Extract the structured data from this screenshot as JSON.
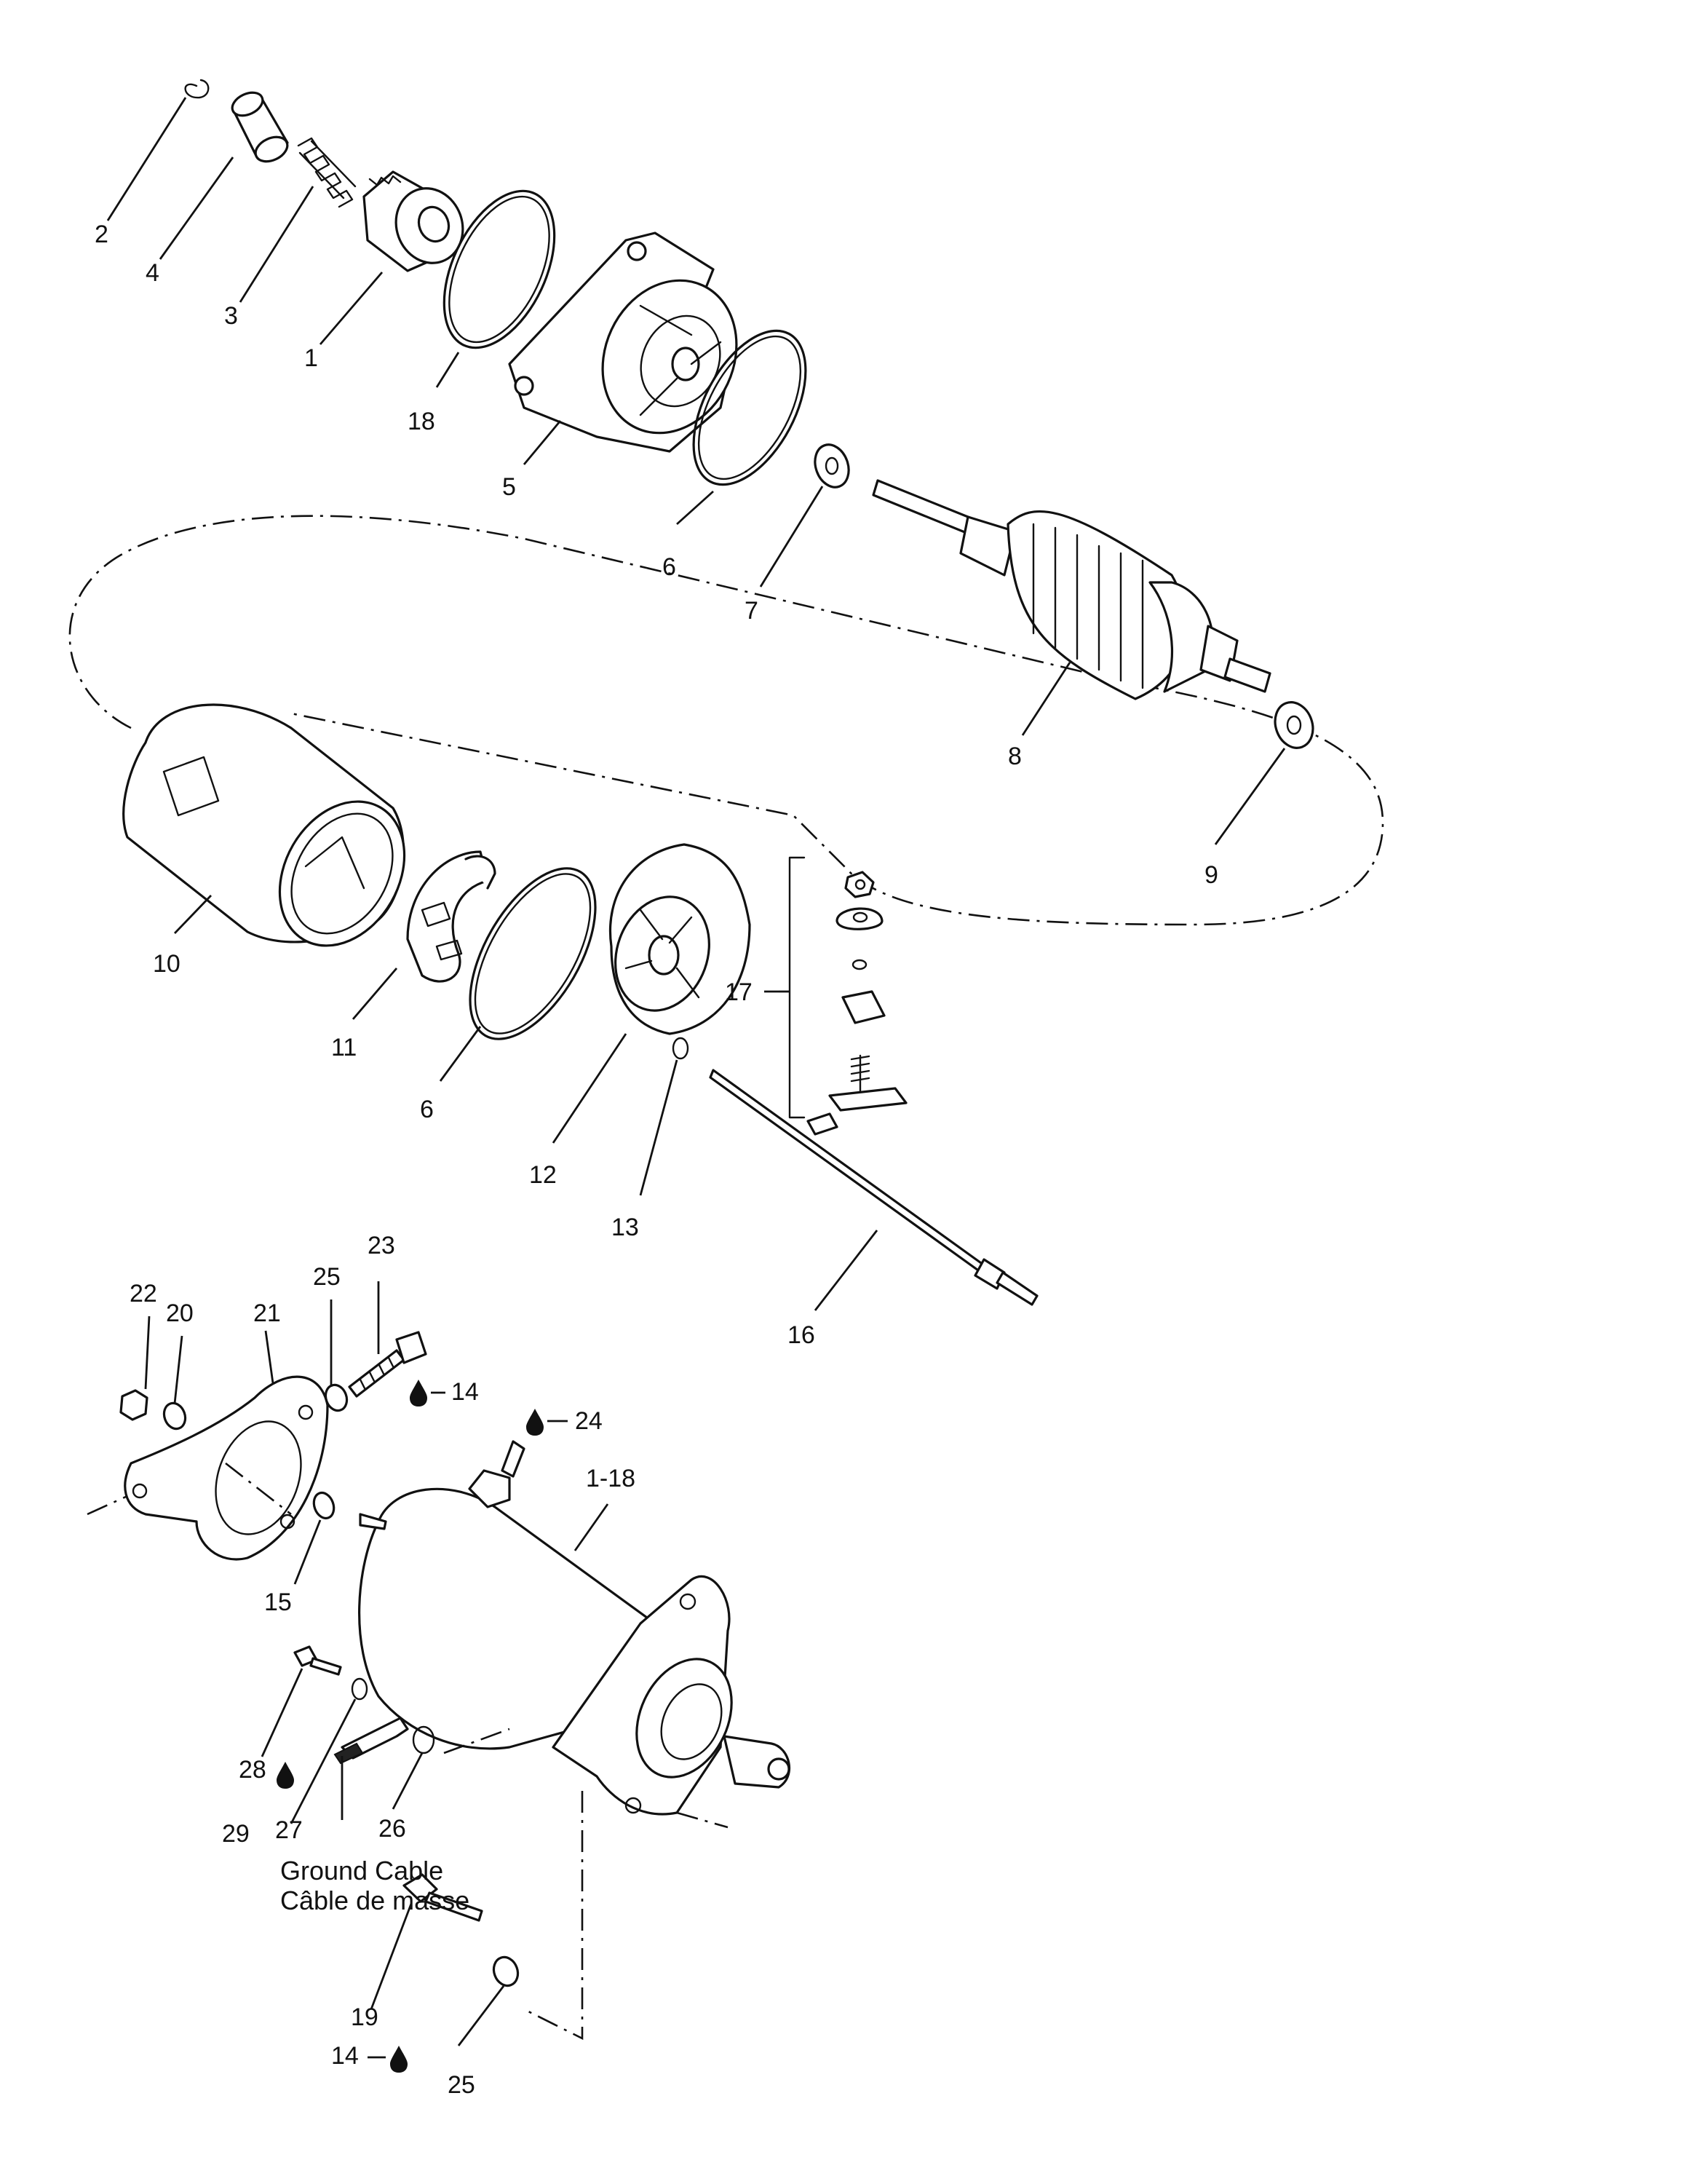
{
  "callouts": {
    "c1": "1",
    "c2": "2",
    "c3": "3",
    "c4": "4",
    "c5": "5",
    "c6a": "6",
    "c6b": "6",
    "c7": "7",
    "c8": "8",
    "c9": "9",
    "c10": "10",
    "c11": "11",
    "c12": "12",
    "c13": "13",
    "c14a": "14",
    "c14b": "14",
    "c15": "15",
    "c16": "16",
    "c17": "17",
    "c18": "18",
    "c1_18": "1-18",
    "c19": "19",
    "c20": "20",
    "c21": "21",
    "c22": "22",
    "c23": "23",
    "c24": "24",
    "c25a": "25",
    "c25b": "25",
    "c26": "26",
    "c27": "27",
    "c28": "28",
    "c29": "29"
  },
  "caption": {
    "line1": "Ground Cable",
    "line2": "Câble de masse"
  }
}
